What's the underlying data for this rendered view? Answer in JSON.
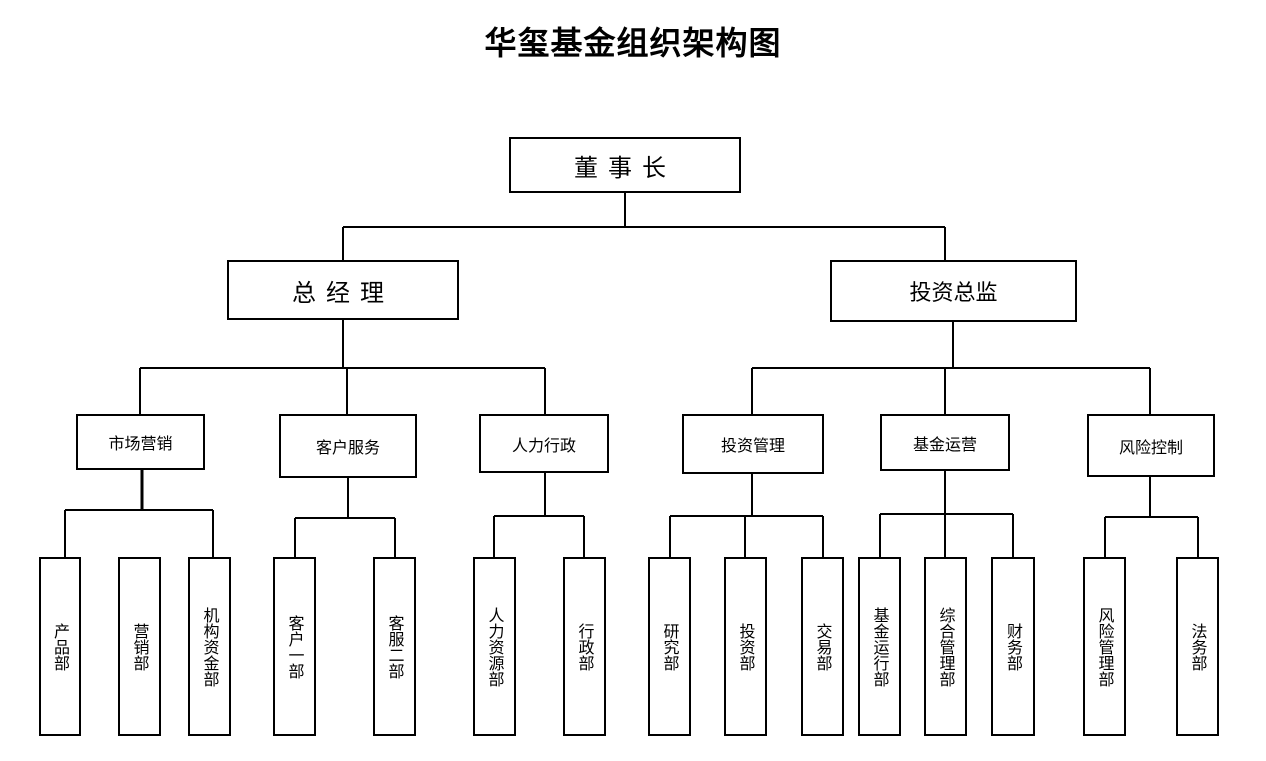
{
  "title": "华玺基金组织架构图",
  "root": "董事长",
  "level1": [
    "总经理",
    "投资总监"
  ],
  "level2": [
    "市场营销",
    "客户服务",
    "人力行政",
    "投资管理",
    "基金运营",
    "风险控制"
  ],
  "leaves": [
    "产品部",
    "营销部",
    "机构资金部",
    "客户一部",
    "客服二部",
    "人力资源部",
    "行政部",
    "研究部",
    "投资部",
    "交易部",
    "基金运行部",
    "综合管理部",
    "财务部",
    "风险管理部",
    "法务部"
  ]
}
